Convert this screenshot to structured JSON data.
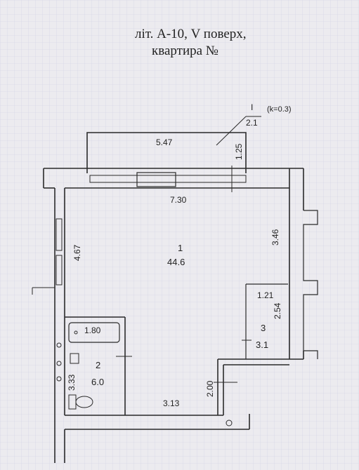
{
  "header": {
    "line1": "літ. А-10, V поверх,",
    "line2": "квартира №"
  },
  "balcony": {
    "number": "I",
    "area": "2.1",
    "coefficient": "(k=0.3)",
    "width": "5.47",
    "depth": "1.25"
  },
  "rooms": [
    {
      "number": "1",
      "area": "44.6"
    },
    {
      "number": "2",
      "area": "6.0"
    },
    {
      "number": "3",
      "area": "3.1"
    }
  ],
  "dimensions": {
    "top_wall": "7.30",
    "left_wall": "4.67",
    "right_wall": "3.46",
    "closet_width": "1.21",
    "closet_height": "2.54",
    "bath_tub": "1.80",
    "bath_height": "3.33",
    "bottom_wall": "3.13",
    "entry_depth": "2.00"
  },
  "colors": {
    "paper": "#ecebef",
    "grid": "#c9cbe0",
    "ink": "#2a2a2a"
  }
}
